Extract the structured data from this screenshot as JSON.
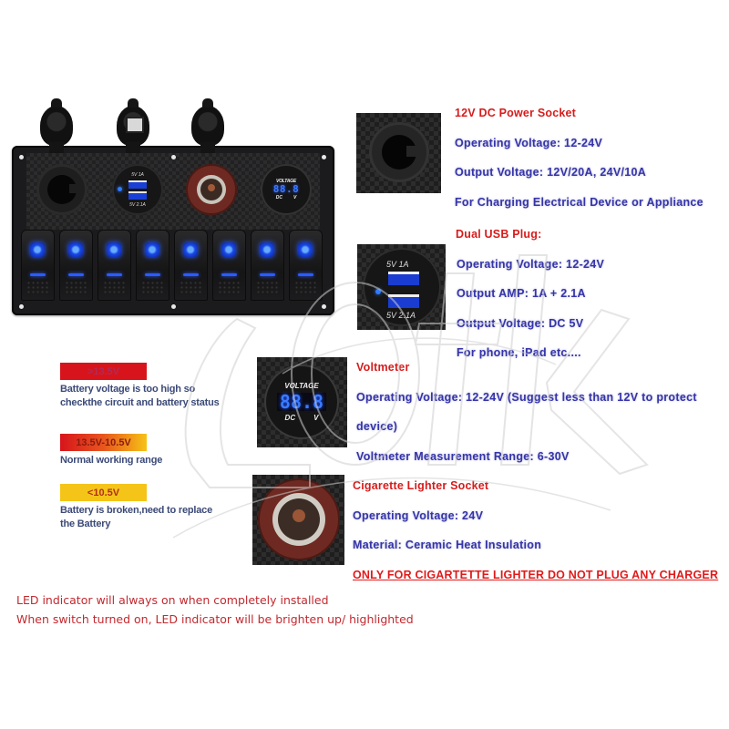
{
  "panel": {
    "socket_caps": [
      "dc-socket-cap",
      "usb-socket-cap",
      "cigarette-lighter-cap"
    ],
    "modules": [
      "12V DC power socket",
      "dual USB plug",
      "cigarette lighter socket",
      "voltmeter"
    ],
    "usb_labels": {
      "top": "5V   1A",
      "bottom": "5V  2.1A"
    },
    "voltmeter": {
      "label": "VOLTAGE",
      "reading": "88.8",
      "unit_left": "DC",
      "unit_right": "V"
    },
    "switch_count": 8,
    "led_color": "#2a5cff"
  },
  "sections": {
    "dc_socket": {
      "title": "12V DC Power Socket",
      "lines": [
        "Operating Voltage: 12-24V",
        "Output Voltage: 12V/20A, 24V/10A",
        "For Charging Electrical Device or Appliance"
      ]
    },
    "usb": {
      "title": "Dual USB Plug:",
      "thumb_labels": {
        "top": "5V   1A",
        "bottom": "5V  2.1A"
      },
      "lines": [
        "Operating Voltage: 12-24V",
        "Output AMP: 1A + 2.1A",
        "Output Voltage: DC 5V",
        "For phone, iPad etc...."
      ]
    },
    "voltmeter": {
      "title": "Voltmeter",
      "thumb": {
        "label": "VOLTAGE",
        "reading": "88.8",
        "unit_left": "DC",
        "unit_right": "V"
      },
      "lines": [
        "Operating Voltage: 12-24V (Suggest less than 12V to protect",
        "device)",
        "Voltmeter Measurement Range: 6-30V"
      ]
    },
    "cigarette": {
      "title": "Cigarette Lighter Socket",
      "lines": [
        "Operating Voltage: 24V",
        "Material: Ceramic Heat Insulation"
      ],
      "warning": "ONLY FOR CIGARTETTE LIGHTER DO NOT PLUG ANY CHARGER"
    }
  },
  "battery_legend": [
    {
      "range": ">13.5V",
      "description": "Battery voltage is too high so checkthe circuit and battery status",
      "color": "#d7141c"
    },
    {
      "range": "13.5V-10.5V",
      "description": "Normal working range",
      "color": "#e8561e"
    },
    {
      "range": "<10.5V",
      "description": "Battery is broken,need to replace the Battery",
      "color": "#f5c418"
    }
  ],
  "notes": [
    "LED indicator will always on when completely installed",
    "When switch turned on, LED indicator will be brighten up/ highlighted"
  ],
  "colors": {
    "header_red": "#d71c1c",
    "spec_blue": "#3535a8",
    "note_red": "#c2292f"
  }
}
